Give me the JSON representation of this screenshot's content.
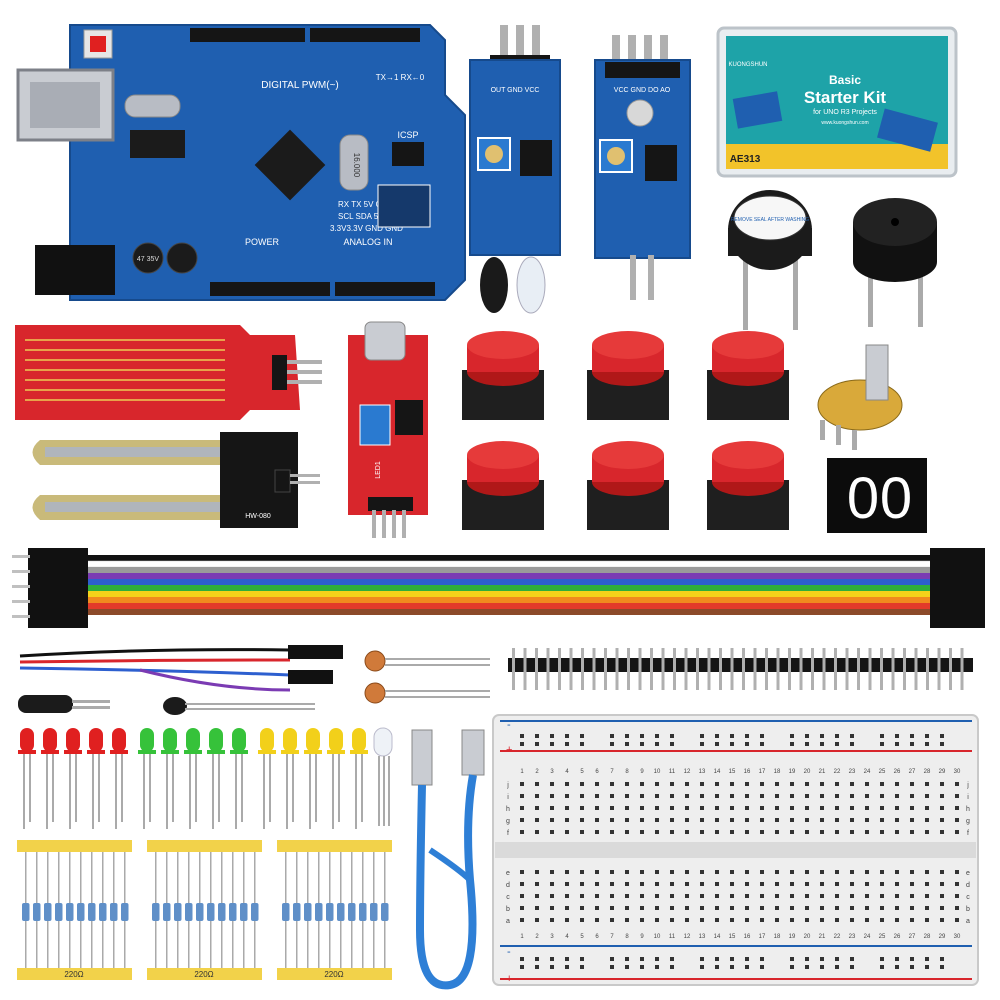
{
  "kit_box": {
    "brand": "KUONGSHUN",
    "title_line1": "Basic",
    "title_line2": "Starter Kit",
    "subtitle": "for UNO R3 Projects",
    "website": "www.kuongshun.com",
    "model": "AE313"
  },
  "uno_board": {
    "header_label": "DIGITAL PWM(~)",
    "power_label": "POWER",
    "analog_label": "ANALOG IN",
    "icsp_label": "ICSP",
    "txrx_label": "TX→1  RX←0",
    "pin_row1": "RX  TX  5V  GND",
    "pin_row2": "SCL SDA 5V  GND",
    "pin_row3": "3.3V3.3V GND GND",
    "cap_label": "47 35V",
    "crystal_label": "16.000"
  },
  "buzzer": {
    "sticker": "REMOVE SEAL AFTER WASHING"
  },
  "modules": {
    "ir_pins": "OUT GND VCC",
    "light_pins": "VCC GND DO AO",
    "soil_label": "HW-080",
    "mic_label": "LED1"
  },
  "seven_segment": {
    "digit": "0"
  },
  "resistor_strips": {
    "value": "220Ω"
  },
  "breadboard": {
    "column_numbers": [
      "1",
      "2",
      "3",
      "4",
      "5",
      "6",
      "7",
      "8",
      "9",
      "10",
      "11",
      "12",
      "13",
      "14",
      "15",
      "16",
      "17",
      "18",
      "19",
      "20",
      "21",
      "22",
      "23",
      "24",
      "25",
      "26",
      "27",
      "28",
      "29",
      "30"
    ],
    "row_letters_top": [
      "j",
      "i",
      "h",
      "g",
      "f"
    ],
    "row_letters_bottom": [
      "e",
      "d",
      "c",
      "b",
      "a"
    ],
    "rail_plus": "+",
    "rail_minus": "-"
  },
  "colors": {
    "board_blue": "#1f5fb0",
    "module_red": "#d8262c",
    "wire_colors": [
      "#111111",
      "#8c4a2a",
      "#e23a2a",
      "#f08a1e",
      "#f4d21a",
      "#2fae3c",
      "#2d5fcf",
      "#7b3bb3",
      "#9a9a9a",
      "#ffffff"
    ],
    "usb_cable": "#2e7fd6"
  },
  "scene_items": {
    "led_colors": [
      "#e02020",
      "#36c23a",
      "#f2d01a"
    ],
    "leds_per_color": 5
  }
}
